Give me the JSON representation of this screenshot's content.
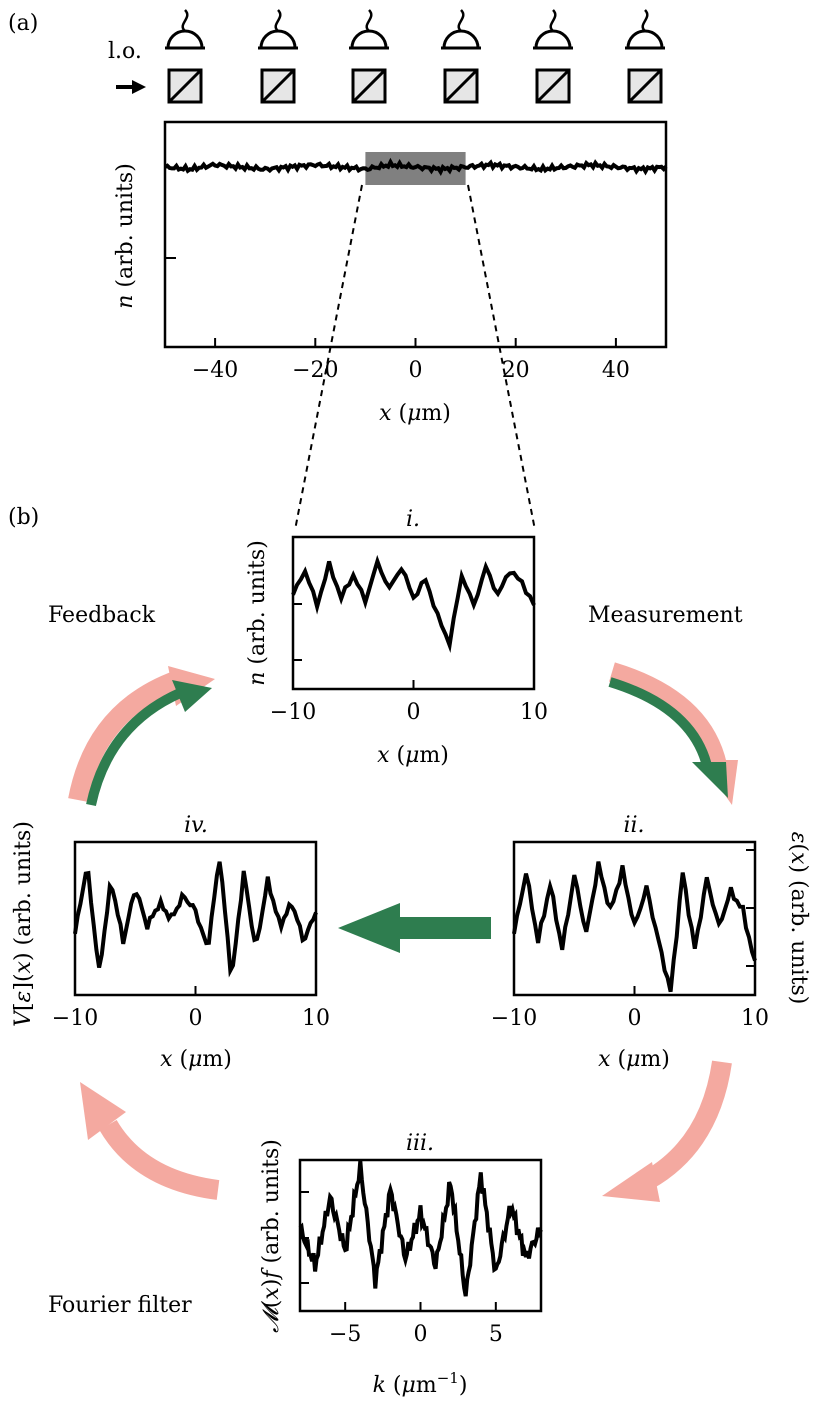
{
  "panel_a": {
    "label": "(a)",
    "lo_label": "l.o.",
    "detectors": 6,
    "xlabel": "x (μm)",
    "ylabel": "n (arb. units)",
    "xticks": [
      "−40",
      "−20",
      "0",
      "20",
      "40"
    ],
    "xtick_values": [
      -40,
      -20,
      0,
      20,
      40
    ],
    "xlim": [
      -50,
      50
    ],
    "highlight_range": [
      -10,
      10
    ]
  },
  "panel_b": {
    "label": "(b)",
    "steps": {
      "feedback": "Feedback",
      "measurement": "Measurement",
      "fourier_filter": "Fourier filter"
    }
  },
  "subplots": {
    "i": {
      "title": "i.",
      "xlabel": "x (μm)",
      "ylabel": "n (arb. units)",
      "xticks": [
        "−10",
        "0",
        "10"
      ]
    },
    "ii": {
      "title": "ii.",
      "xlabel": "x (μm)",
      "ylabel": "ε(x) (arb. units)",
      "xticks": [
        "−10",
        "0",
        "10"
      ]
    },
    "iii": {
      "title": "iii.",
      "xlabel": "k (μm⁻¹)",
      "ylabel": "𝓜(x)f (arb. units)",
      "xticks": [
        "−5",
        "0",
        "5"
      ]
    },
    "iv": {
      "title": "iv.",
      "xlabel": "x (μm)",
      "ylabel": "V[ε](x) (arb. units)",
      "xticks": [
        "−10",
        "0",
        "10"
      ]
    }
  },
  "colors": {
    "green": "#2e7d4f",
    "pink": "#f4a9a0",
    "shade": "#808080",
    "line": "#000000"
  },
  "chart_data": [
    {
      "type": "line",
      "name_ref": "panel_a",
      "x": [
        -50,
        -45,
        -40,
        -35,
        -30,
        -25,
        -20,
        -15,
        -10,
        -5,
        0,
        5,
        10,
        15,
        20,
        25,
        30,
        35,
        40,
        45,
        50
      ],
      "y": [
        0.8,
        0.79,
        0.81,
        0.8,
        0.79,
        0.8,
        0.81,
        0.8,
        0.79,
        0.81,
        0.8,
        0.79,
        0.8,
        0.81,
        0.8,
        0.79,
        0.8,
        0.81,
        0.8,
        0.79,
        0.8
      ],
      "xlim": [
        -50,
        50
      ],
      "ylim": [
        0,
        1
      ]
    },
    {
      "type": "line",
      "name_ref": "i",
      "x": [
        -10,
        -9,
        -8,
        -7,
        -6,
        -5,
        -4,
        -3,
        -2,
        -1,
        0,
        1,
        2,
        3,
        4,
        5,
        6,
        7,
        8,
        9,
        10
      ],
      "y": [
        0.62,
        0.78,
        0.55,
        0.82,
        0.6,
        0.75,
        0.58,
        0.83,
        0.66,
        0.8,
        0.6,
        0.72,
        0.48,
        0.3,
        0.75,
        0.55,
        0.8,
        0.62,
        0.78,
        0.7,
        0.55
      ],
      "xlim": [
        -10,
        10
      ],
      "ylim": [
        0,
        1
      ]
    },
    {
      "type": "line",
      "name_ref": "ii",
      "x": [
        -10,
        -9,
        -8,
        -7,
        -6,
        -5,
        -4,
        -3,
        -2,
        -1,
        0,
        1,
        2,
        3,
        4,
        5,
        6,
        7,
        8,
        9,
        10
      ],
      "y": [
        0.4,
        0.8,
        0.35,
        0.72,
        0.3,
        0.78,
        0.4,
        0.85,
        0.55,
        0.82,
        0.45,
        0.7,
        0.35,
        0.02,
        0.8,
        0.3,
        0.76,
        0.45,
        0.68,
        0.55,
        0.2
      ],
      "xlim": [
        -10,
        10
      ],
      "ylim": [
        0,
        1
      ]
    },
    {
      "type": "line",
      "name_ref": "iii",
      "x": [
        -8,
        -7,
        -6,
        -5,
        -4,
        -3,
        -2,
        -1,
        0,
        1,
        2,
        3,
        4,
        5,
        6,
        7,
        8
      ],
      "y": [
        0.55,
        0.3,
        0.75,
        0.4,
        0.95,
        0.2,
        0.8,
        0.35,
        0.65,
        0.3,
        0.85,
        0.1,
        0.9,
        0.25,
        0.7,
        0.35,
        0.55
      ],
      "xlim": [
        -8,
        8
      ],
      "ylim": [
        0,
        1
      ]
    },
    {
      "type": "line",
      "name_ref": "iv",
      "x": [
        -10,
        -9,
        -8,
        -7,
        -6,
        -5,
        -4,
        -3,
        -2,
        -1,
        0,
        1,
        2,
        3,
        4,
        5,
        6,
        7,
        8,
        9,
        10
      ],
      "y": [
        0.4,
        0.85,
        0.15,
        0.75,
        0.35,
        0.7,
        0.45,
        0.6,
        0.5,
        0.65,
        0.55,
        0.3,
        0.9,
        0.1,
        0.8,
        0.3,
        0.75,
        0.45,
        0.6,
        0.35,
        0.55
      ],
      "xlim": [
        -10,
        10
      ],
      "ylim": [
        0,
        1
      ]
    }
  ]
}
